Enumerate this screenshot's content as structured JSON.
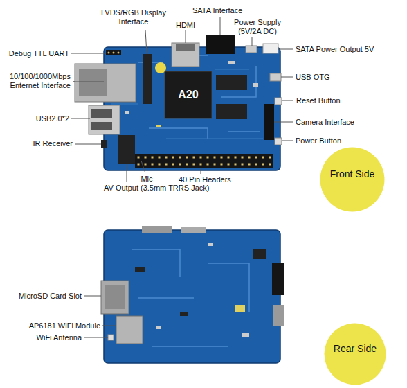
{
  "diagram": {
    "nodes": [
      {
        "text": [
          "Front Side"
        ]
      },
      {
        "text": [
          "Rear Side"
        ]
      }
    ],
    "labels": [
      "LVDS/RGB Display Interface",
      "HDMI",
      "SATA Interface",
      "Power Supply (5V/2A DC)",
      "Debug TTL UART",
      "SATA Power Output 5V",
      "10/100/1000Mbps Enternet Interface",
      "USB OTG",
      "Reset Button",
      "USB2.0*2",
      "Camera Interface",
      "IR Receiver",
      "Power Button",
      "Mic",
      "40 Pin Headers",
      "AV Output (3.5mm TRRS Jack)",
      "MicroSD Card Slot",
      "AP6181 WiFi Module",
      "WiFi Antenna",
      "A20"
    ]
  }
}
